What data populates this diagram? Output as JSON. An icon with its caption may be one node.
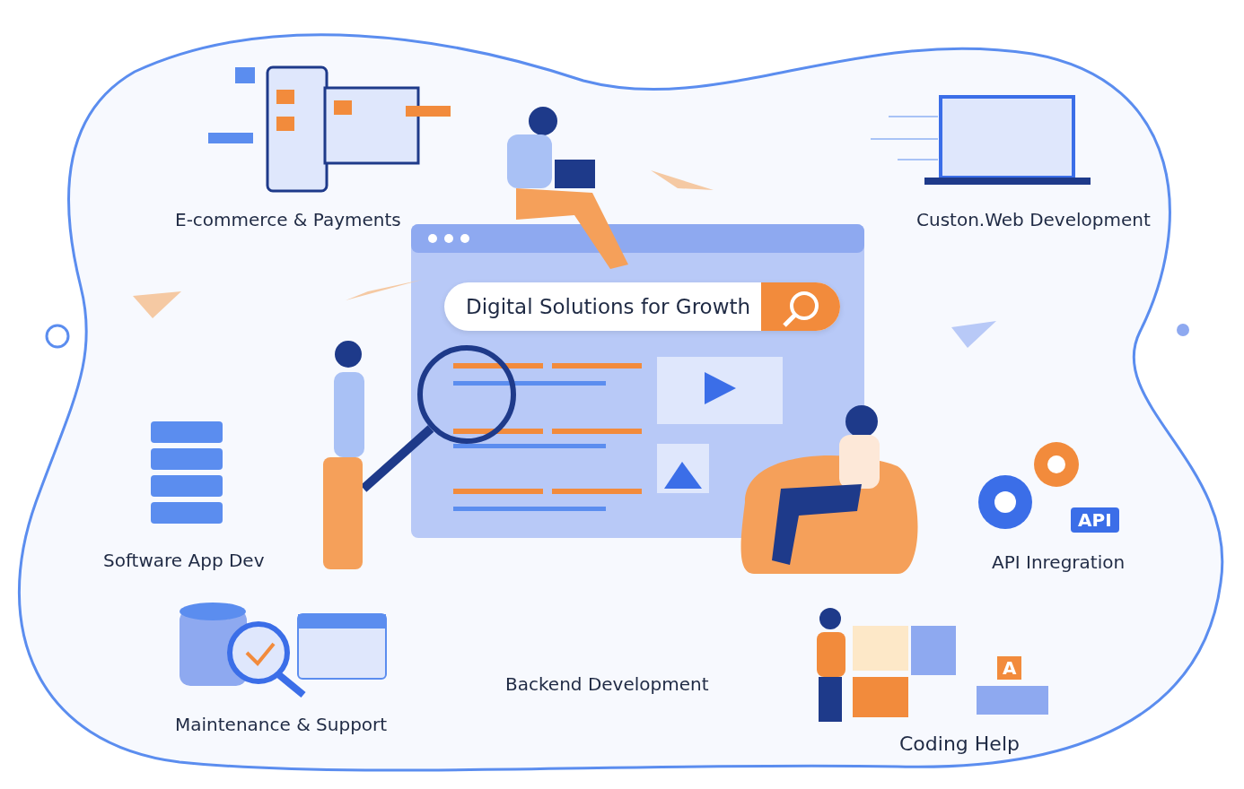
{
  "diagram": {
    "labels": [
      "E-commerce & Payments",
      "Custon.Web Development",
      "Digital Solutions for Growth",
      "API",
      "Software App Dev",
      "API Inregration",
      "A",
      "Backend Development",
      "Maintenance & Support",
      "Coding Help"
    ]
  }
}
